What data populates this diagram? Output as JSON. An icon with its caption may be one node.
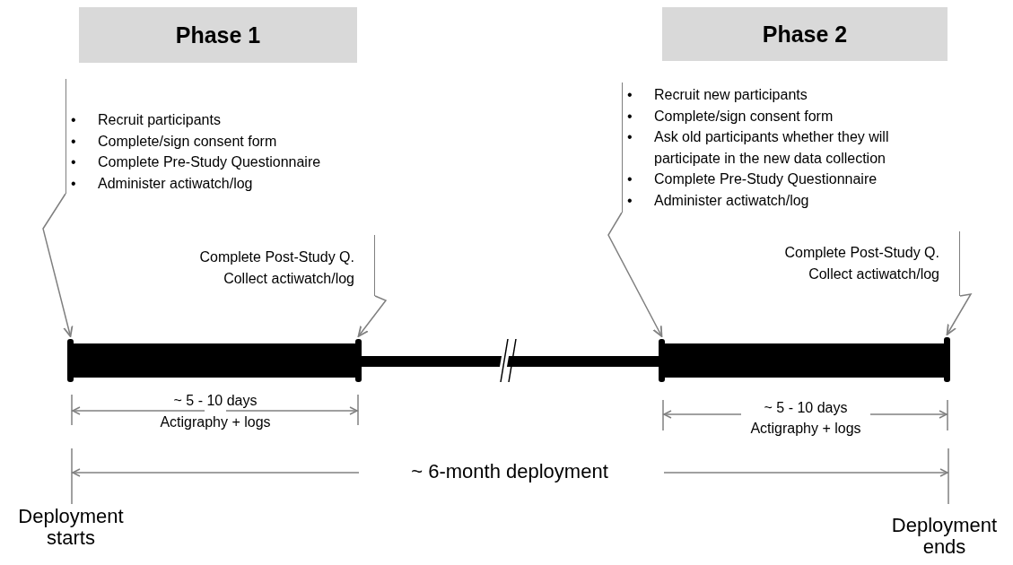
{
  "diagram": {
    "nodes": [
      {
        "text": [
          "Phase 1"
        ]
      },
      {
        "text": [
          "Phase 2"
        ]
      },
      {
        "text": [
          "Recruit participants",
          "Complete/sign consent form",
          "Complete Pre-Study Questionnaire",
          "Administer actiwatch/log"
        ]
      },
      {
        "text": [
          "Complete Post-Study Q.",
          "Collect actiwatch/log"
        ]
      },
      {
        "text": [
          "Recruit new participants",
          "Complete/sign consent form",
          "Ask old participants whether they will participate in the new data collection",
          "Complete Pre-Study Questionnaire",
          "Administer actiwatch/log"
        ]
      },
      {
        "text": [
          "Complete Post-Study Q.",
          "Collect actiwatch/log"
        ]
      },
      {
        "text": [],
        "shape": "bar"
      },
      {
        "text": [],
        "shape": "bar"
      },
      {
        "text": [],
        "shape": "bar"
      },
      {
        "text": [],
        "shape": "bar"
      }
    ],
    "edges": [
      {
        "from": 2,
        "to": 6,
        "arrow": "to"
      },
      {
        "from": 3,
        "to": 7,
        "arrow": "to"
      },
      {
        "from": 4,
        "to": 8,
        "arrow": "to"
      },
      {
        "from": 5,
        "to": 9,
        "arrow": "to"
      }
    ],
    "labels": [
      "•",
      "•",
      "•",
      "•",
      "•",
      "•",
      "•",
      "•",
      "•",
      "~ 5 - 10 days",
      "Actigraphy + logs",
      "~ 5 - 10 days",
      "Actigraphy + logs",
      "~ 6-month deployment",
      "Deployment starts",
      "Deployment ends"
    ]
  }
}
